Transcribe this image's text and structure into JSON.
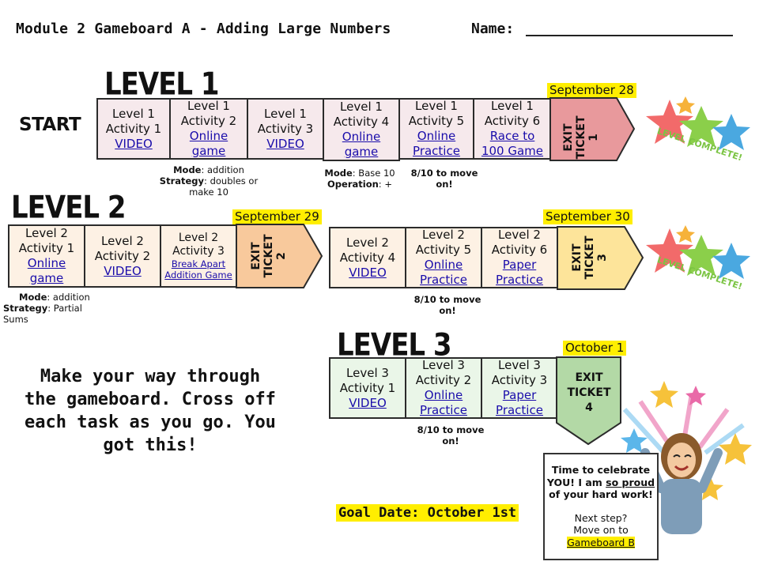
{
  "header": {
    "title": "Module 2 Gameboard A - Adding Large Numbers",
    "name_label": "Name:"
  },
  "start_label": "START",
  "level1": {
    "heading": "LEVEL 1",
    "cells": [
      {
        "l1": "Level 1",
        "l2": "Activity 1",
        "link": "VIDEO"
      },
      {
        "l1": "Level 1",
        "l2": "Activity 2",
        "link": "Online game"
      },
      {
        "l1": "Level 1",
        "l2": "Activity 3",
        "link": "VIDEO"
      },
      {
        "l1": "Level 1",
        "l2": "Activity 4",
        "link": "Online game"
      },
      {
        "l1": "Level 1",
        "l2": "Activity 5",
        "link": "Online Practice"
      },
      {
        "l1": "Level 1",
        "l2": "Activity 6",
        "link": "Race to 100 Game"
      }
    ],
    "exit": {
      "line1": "EXIT",
      "line2": "TICKET",
      "line3": "1"
    },
    "date": "September 28",
    "note_a": {
      "mode_label": "Mode",
      "mode": ": addition",
      "strategy_label": "Strategy",
      "strategy": ": doubles or",
      "strategy2": "make 10"
    },
    "note_b": {
      "mode_label": "Mode",
      "mode": ": Base 10",
      "operation_label": "Operation",
      "operation": ": +"
    },
    "note_c": "8/10 to move on!",
    "badge_text": "LEVEL COMPLETE!"
  },
  "level2": {
    "heading": "LEVEL 2",
    "cells_a": [
      {
        "l1": "Level 2",
        "l2": "Activity 1",
        "link": "Online game"
      },
      {
        "l1": "Level 2",
        "l2": "Activity 2",
        "link": "VIDEO"
      },
      {
        "l1": "Level 2",
        "l2": "Activity 3",
        "link": "Break Apart Addition Game"
      }
    ],
    "exit_a": {
      "line1": "EXIT",
      "line2": "TICKET",
      "line3": "2"
    },
    "date_a": "September 29",
    "cells_b": [
      {
        "l1": "Level 2",
        "l2": "Activity 4",
        "link": "VIDEO"
      },
      {
        "l1": "Level 2",
        "l2": "Activity 5",
        "link": "Online Practice"
      },
      {
        "l1": "Level 2",
        "l2": "Activity 6",
        "link": "Paper Practice"
      }
    ],
    "exit_b": {
      "line1": "EXIT",
      "line2": "TICKET",
      "line3": "3"
    },
    "date_b": "September 30",
    "note_a": {
      "mode_label": "Mode",
      "mode": ": addition",
      "strategy_label": "Strategy",
      "strategy": ": Partial Sums"
    },
    "note_b": "8/10 to move on!",
    "badge_text": "LEVEL COMPLETE!"
  },
  "level3": {
    "heading": "LEVEL 3",
    "cells": [
      {
        "l1": "Level 3",
        "l2": "Activity 1",
        "link": "VIDEO"
      },
      {
        "l1": "Level 3",
        "l2": "Activity 2",
        "link": "Online Practice"
      },
      {
        "l1": "Level 3",
        "l2": "Activity 3",
        "link": "Paper Practice"
      }
    ],
    "exit": {
      "line1": "EXIT",
      "line2": "TICKET",
      "line3": "4"
    },
    "date": "October 1",
    "note": "8/10 to move on!"
  },
  "motivation": "Make your way through the gameboard. Cross off each task as you go. You got this!",
  "goal": "Goal Date: October 1st",
  "celebrate": {
    "line1": "Time to celebrate",
    "line2a": "YOU! I am ",
    "line2b": "so proud",
    "line3": "of your hard work!",
    "line4": "Next step?",
    "line5": "Move on to",
    "link": "Gameboard B"
  },
  "colors": {
    "level1_cell": "#f6e9ec",
    "level1_exit": "#e8999c",
    "level2_cell": "#fdf1e4",
    "level2_exit_a": "#f8c99c",
    "level2_exit_b": "#fde49a",
    "level3_cell": "#eaf6e8",
    "level3_exit": "#b3d9a6",
    "highlight": "#ffee00",
    "link": "#1a0dab"
  }
}
